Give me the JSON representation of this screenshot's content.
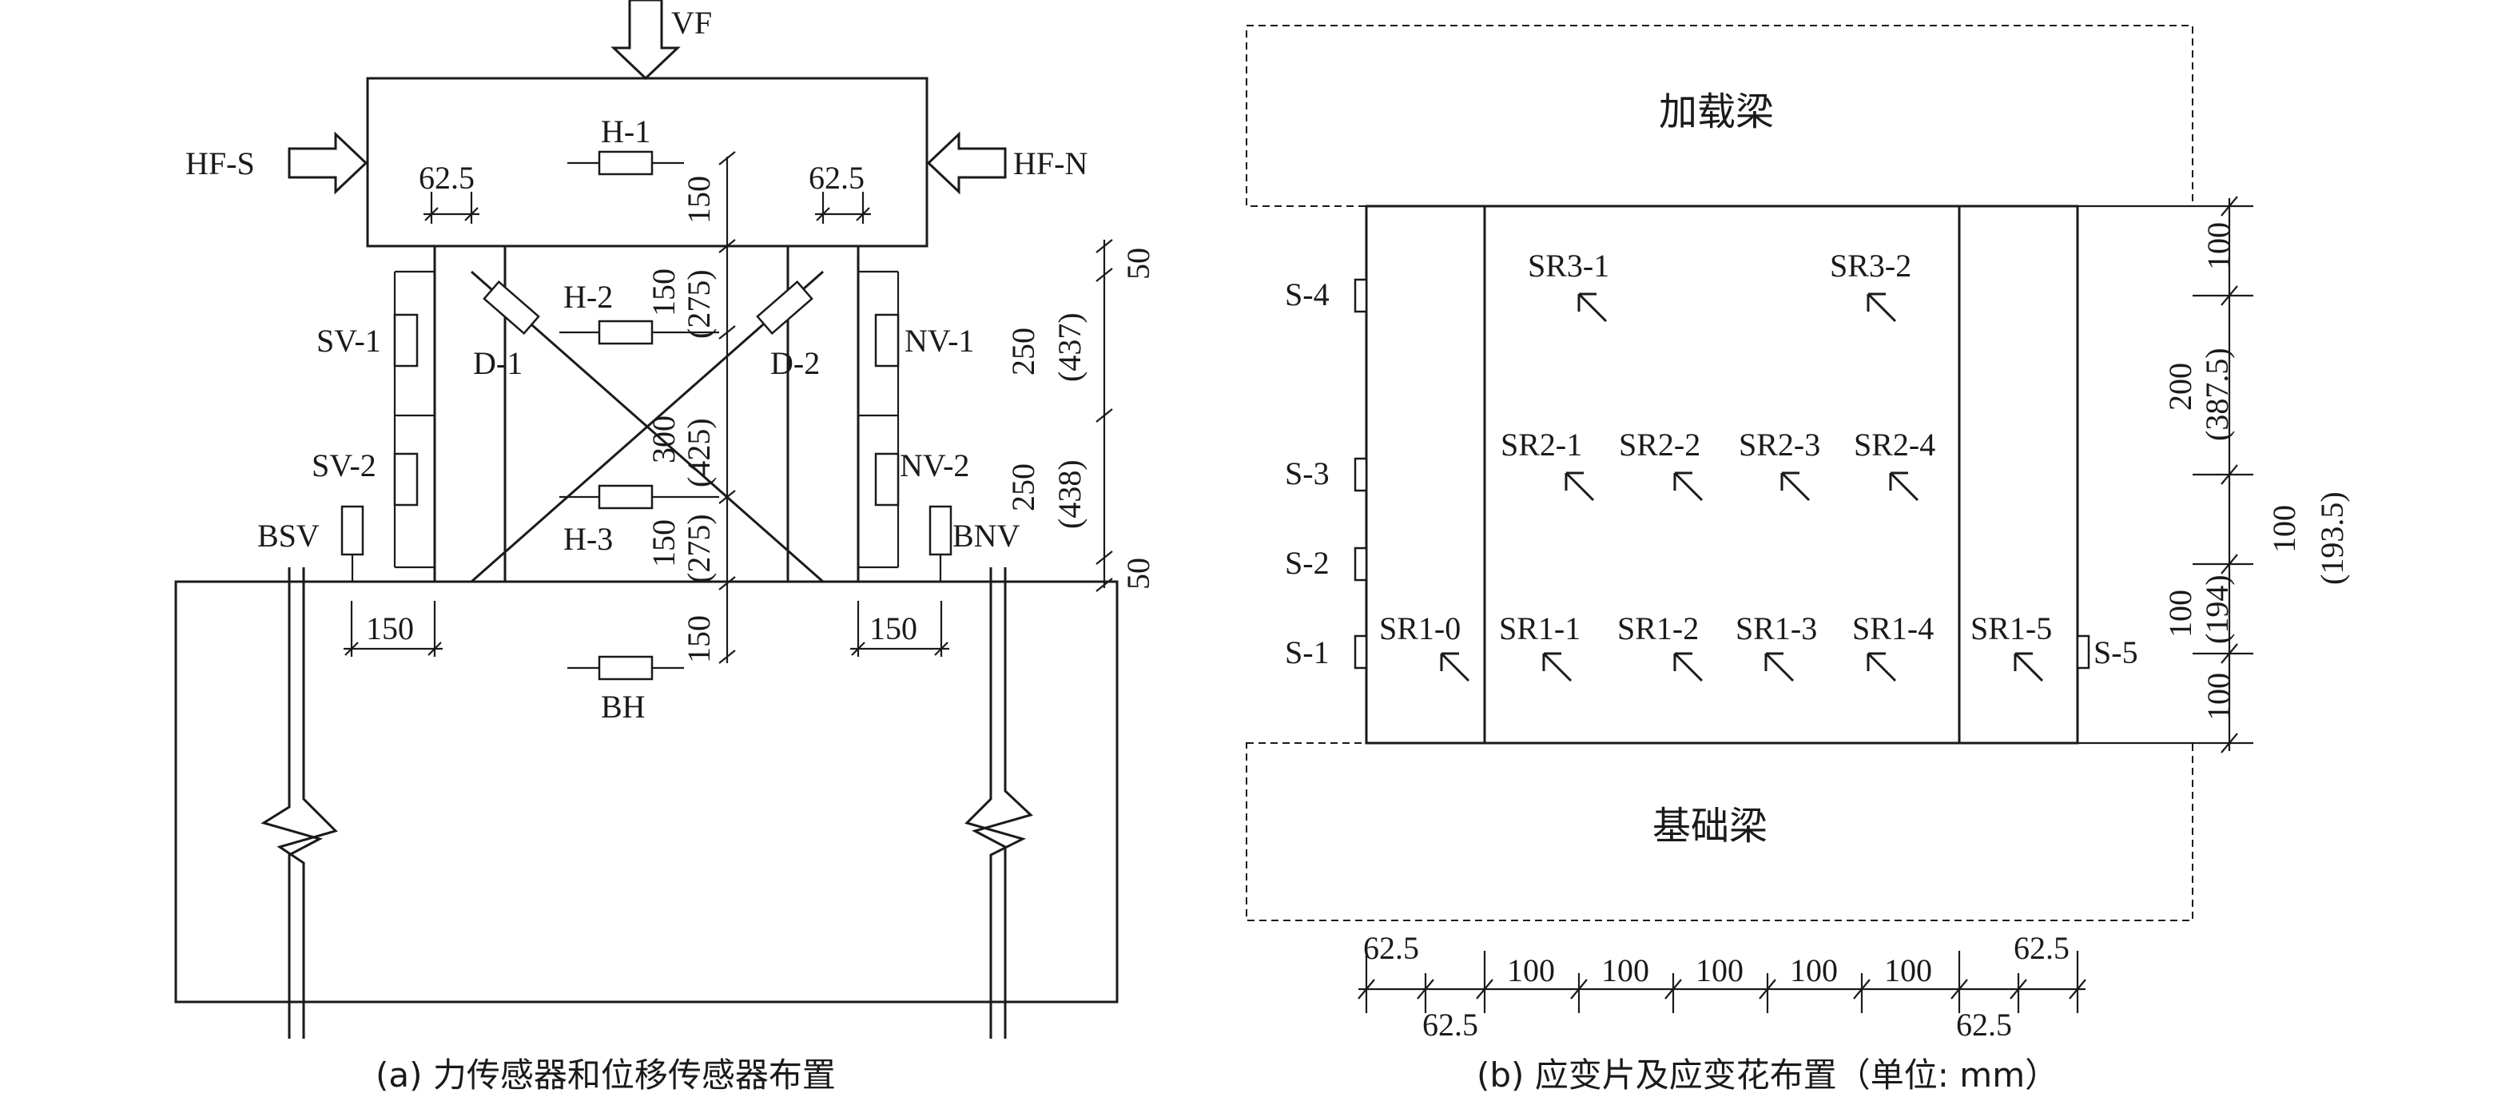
{
  "panel_a": {
    "caption": "(a) 力传感器和位移传感器布置",
    "loads": {
      "vertical": "VF",
      "horizontal_south": "HF-S",
      "horizontal_north": "HF-N"
    },
    "sensors": {
      "h1": "H-1",
      "h2": "H-2",
      "h3": "H-3",
      "bh": "BH",
      "d1": "D-1",
      "d2": "D-2",
      "sv1": "SV-1",
      "sv2": "SV-2",
      "nv1": "NV-1",
      "nv2": "NV-2",
      "bsv": "BSV",
      "bnv": "BNV"
    },
    "dims": {
      "top_left_gap": "62.5",
      "top_right_gap": "62.5",
      "v1": "150",
      "v2": "150",
      "v2b": "(275)",
      "v3": "300",
      "v3b": "(425)",
      "v4": "150",
      "v4b": "(275)",
      "v5": "150",
      "r1": "50",
      "r2": "250",
      "r2b": "(437)",
      "r3": "250",
      "r3b": "(438)",
      "r4": "50",
      "bottom_left": "150",
      "bottom_right": "150"
    }
  },
  "panel_b": {
    "caption": "(b) 应变片及应变花布置（单位: mm）",
    "top_beam": "加载梁",
    "bottom_beam": "基础梁",
    "gauges_left": [
      "S-4",
      "S-3",
      "S-2",
      "S-1"
    ],
    "gauge_right": "S-5",
    "rosettes": {
      "sr3_1": "SR3-1",
      "sr3_2": "SR3-2",
      "sr2_1": "SR2-1",
      "sr2_2": "SR2-2",
      "sr2_3": "SR2-3",
      "sr2_4": "SR2-4",
      "sr1_0": "SR1-0",
      "sr1_1": "SR1-1",
      "sr1_2": "SR1-2",
      "sr1_3": "SR1-3",
      "sr1_4": "SR1-4",
      "sr1_5": "SR1-5"
    },
    "dims_right": {
      "d1": "100",
      "d2": "200",
      "d2b": "(387.5)",
      "d3": "100",
      "d3b": "(193.5)",
      "d4": "100",
      "d4b": "(194)",
      "d5": "100"
    },
    "dims_bottom": {
      "a": "62.5",
      "b": "62.5",
      "c1": "100",
      "c2": "100",
      "c3": "100",
      "c4": "100",
      "c5": "100",
      "e": "62.5",
      "f": "62.5"
    }
  }
}
